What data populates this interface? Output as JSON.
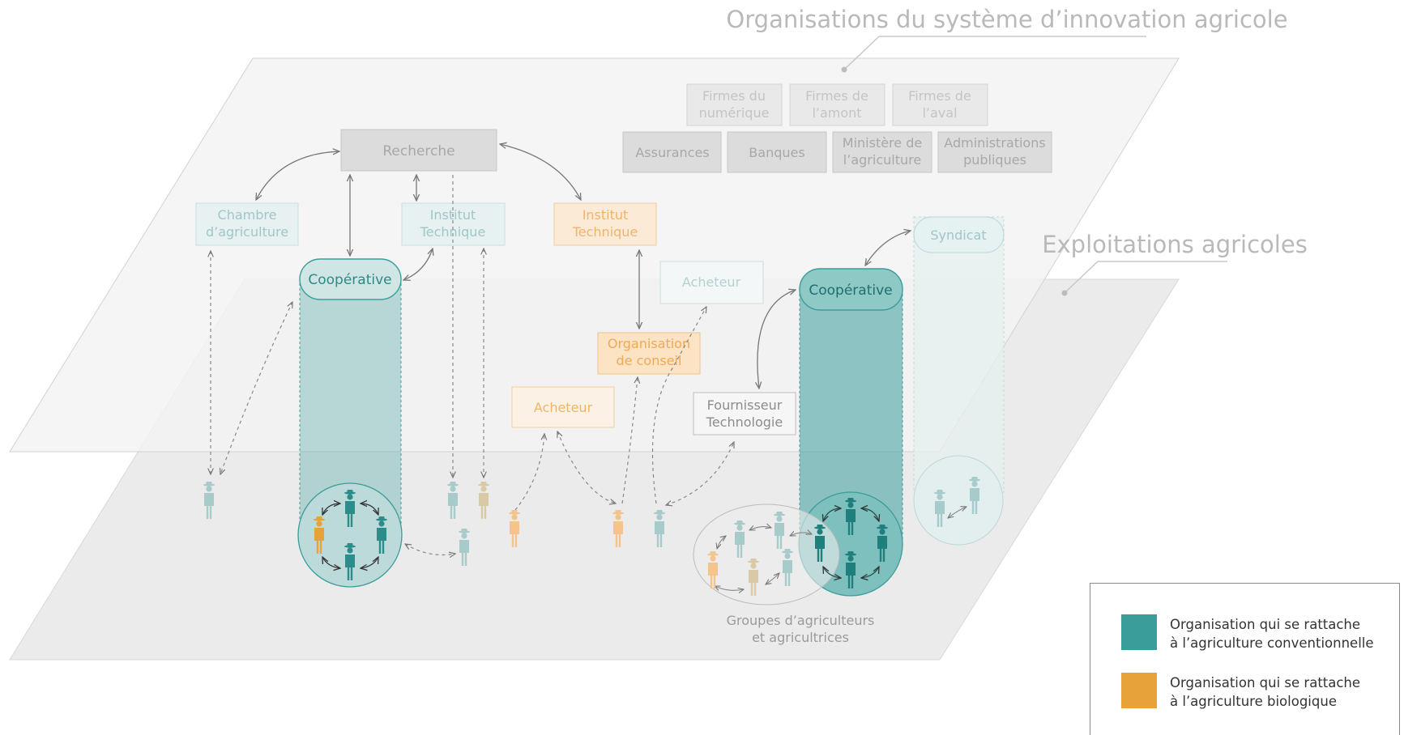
{
  "layers": {
    "innovation_system": "Organisations du système d’innovation agricole",
    "farms": "Exploitations agricoles"
  },
  "organisations": {
    "firmes_numerique": "Firmes du\nnumérique",
    "firmes_amont": "Firmes de\nl’amont",
    "firmes_aval": "Firmes de\nl’aval",
    "assurances": "Assurances",
    "banques": "Banques",
    "ministere": "Ministère de\nl’agriculture",
    "administrations": "Administrations\npubliques",
    "recherche": "Recherche",
    "chambre": "Chambre\nd’agriculture",
    "institut_conv": "Institut\nTechnique",
    "institut_bio": "Institut\nTechnique",
    "syndicat": "Syndicat",
    "cooperative_left": "Coopérative",
    "cooperative_right": "Coopérative",
    "acheteur_top": "Acheteur",
    "organisation_conseil": "Organisation\nde conseil",
    "acheteur_bio": "Acheteur",
    "fournisseur": "Fournisseur\nTechnologie"
  },
  "groups_label": "Groupes d’agriculteurs\net agricultrices",
  "legend": {
    "conventional": {
      "label": "Organisation qui se rattache\nà l’agriculture conventionnelle",
      "color": "#3a9d9a"
    },
    "organic": {
      "label": "Organisation qui se rattache\nà l’agriculture biologique",
      "color": "#e8a23a"
    }
  }
}
